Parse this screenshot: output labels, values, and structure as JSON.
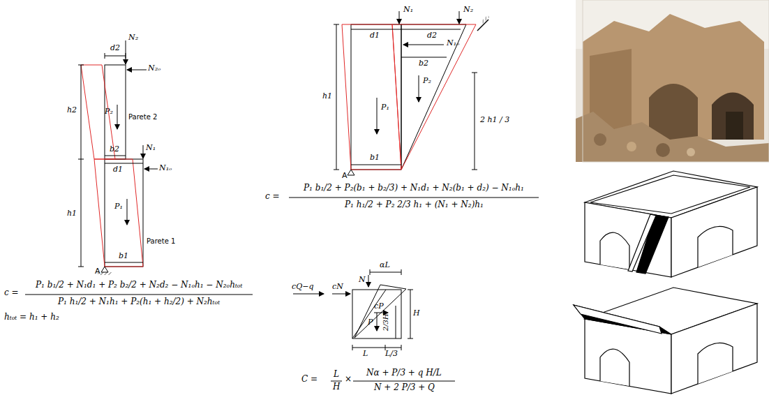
{
  "diagram": {
    "labels": [
      "d2",
      "N₂",
      "N₂ₒ",
      "h2",
      "P₂",
      "Parete 2",
      "b2",
      "N₁",
      "N₁ₒ",
      "d1",
      "h1",
      "P₁",
      "Parete 1",
      "b1",
      "A",
      "c =",
      "P₁ b₁/2 + N₁d₁ + P₂ b₂/2 + N₂d₂ − N₁ₒh₁ − N₂ₒhₜₒₜ",
      "P₁ h₁/2 + N₁h₁ + P₂(h₁ + h₂/2) + N₂hₜₒₜ",
      "hₜₒₜ = h₁ + h₂",
      "d1",
      "N₁",
      "d2",
      "N₂",
      "N₁ₒ",
      "b2",
      "h1",
      "P₂",
      "2 h1 / 3",
      "P₁",
      "b1",
      "A",
      "c =",
      "P₁ b₁/2 + P₂(b₁ + b₂/3) + N₁d₁ + N₂(b₁ + d₂) − N₁ₒh₁",
      "P₁ h₁/2 + P₂ 2/3 h₁ + (N₁ + N₂)h₁",
      "αL",
      "cQ−q",
      "cN",
      "N",
      "cP",
      "P",
      "2/3H",
      "H",
      "L",
      "L/3",
      "C =",
      "L",
      "H",
      "×",
      "Nα + P/3 + q H/L",
      "N + 2 P/3 + Q"
    ]
  }
}
